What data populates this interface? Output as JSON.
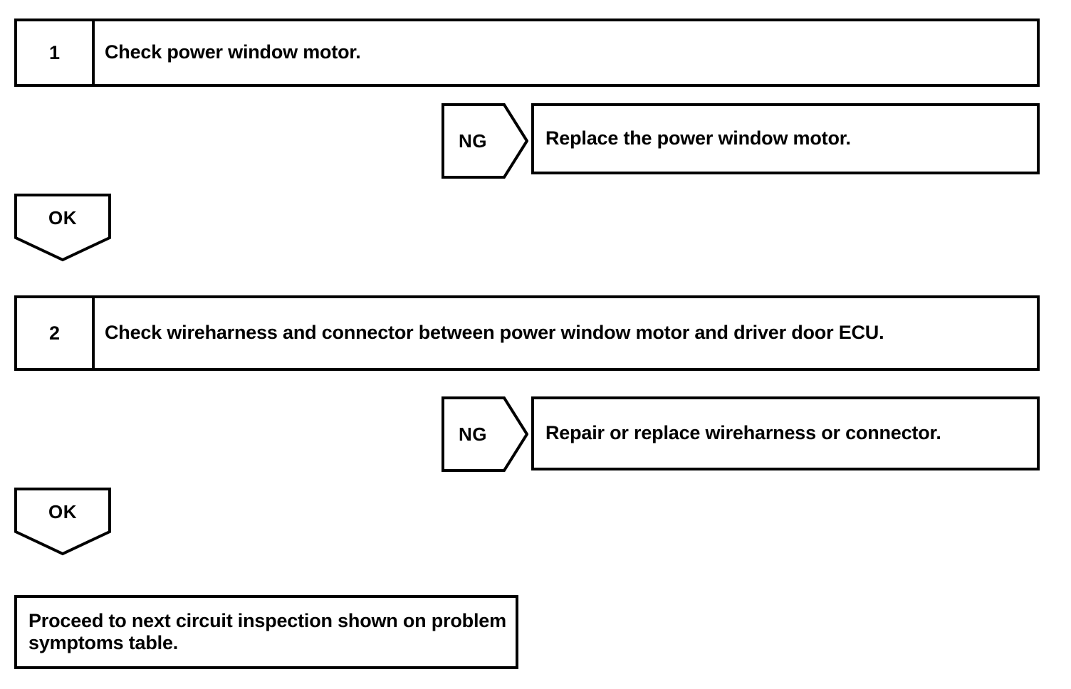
{
  "diagram": {
    "type": "troubleshooting-flowchart",
    "steps": [
      {
        "number": "1",
        "text": "Check power window motor.",
        "ng": {
          "label": "NG",
          "action": "Replace the power window motor."
        },
        "ok": {
          "label": "OK"
        }
      },
      {
        "number": "2",
        "text": "Check wireharness and connector between power window motor and driver door ECU.",
        "ng": {
          "label": "NG",
          "action": "Repair or replace wireharness or connector."
        },
        "ok": {
          "label": "OK"
        }
      }
    ],
    "final": {
      "text": "Proceed to next circuit inspection shown on problem symptoms table."
    },
    "colors": {
      "ink": "#000000",
      "paper": "#ffffff"
    }
  }
}
